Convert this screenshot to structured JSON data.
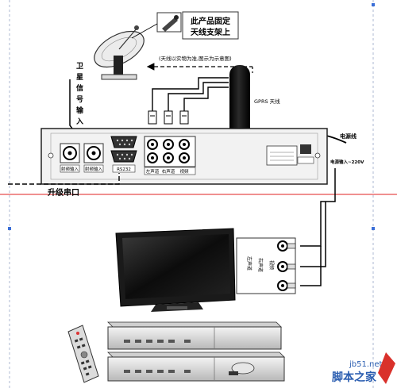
{
  "labels": {
    "bracket_note_line1": "此产品固定",
    "bracket_note_line2": "天线支架上",
    "dish_note": "(天线以实物为准,图示为示意图)",
    "satellite_input": [
      "卫",
      "星",
      "信",
      "号",
      "输",
      "入"
    ],
    "gprs_antenna": "GPRS 天线",
    "power_cord": "电源线",
    "port_lnb1": "射频输入",
    "port_lnb2": "射频输入",
    "port_rs232": "RS232",
    "port_left": "左声道",
    "port_right": "右声道",
    "port_video": "视频",
    "power_input": "电源输入~220V",
    "upgrade_port": "升级串口",
    "tv_left": "左声道",
    "tv_right": "右声道",
    "tv_video": "视频",
    "watermark_url": "jb51.net",
    "watermark_brand": "脚本之家"
  },
  "colors": {
    "guide_red": "#e02020",
    "guide_blue": "#3b6fd8",
    "watermark_blue": "#2a5db0",
    "watermark_red": "#d9312b",
    "chassis": "#f2f2f2",
    "dark": "#111111"
  }
}
